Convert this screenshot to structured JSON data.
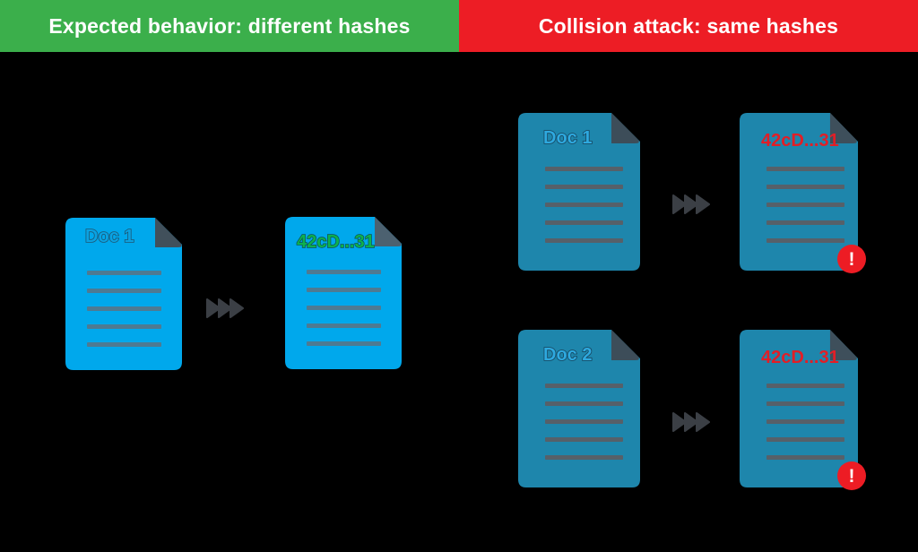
{
  "header": {
    "expected_label": "Expected behavior: different hashes",
    "collision_label": "Collision attack: same hashes"
  },
  "panels": {
    "expected": {
      "source_doc_title": "Doc 1",
      "hash_doc_title": "42cD...31"
    },
    "collision": {
      "row1": {
        "source_doc_title": "Doc 1",
        "hash_doc_title": "42cD...31"
      },
      "row2": {
        "source_doc_title": "Doc 2",
        "hash_doc_title": "42cD...31"
      }
    }
  },
  "alert_badge_label": "!",
  "colors": {
    "background": "#000000",
    "header_green": "#3BAF4B",
    "header_red": "#ED1D25",
    "doc_bright_blue": "#00A8EC",
    "doc_teal_blue": "#1E86AC",
    "fold_corner_dark": "#3E4E59",
    "text_line_on_bright": "#4E7A92",
    "text_line_on_teal": "#566069",
    "hash_text_green": "#0DB14E",
    "hash_text_red": "#E21E26",
    "doc_title_blue": "#2EA9DF",
    "arrow_gray": "#3B3F45",
    "badge_red": "#ED1C24"
  }
}
